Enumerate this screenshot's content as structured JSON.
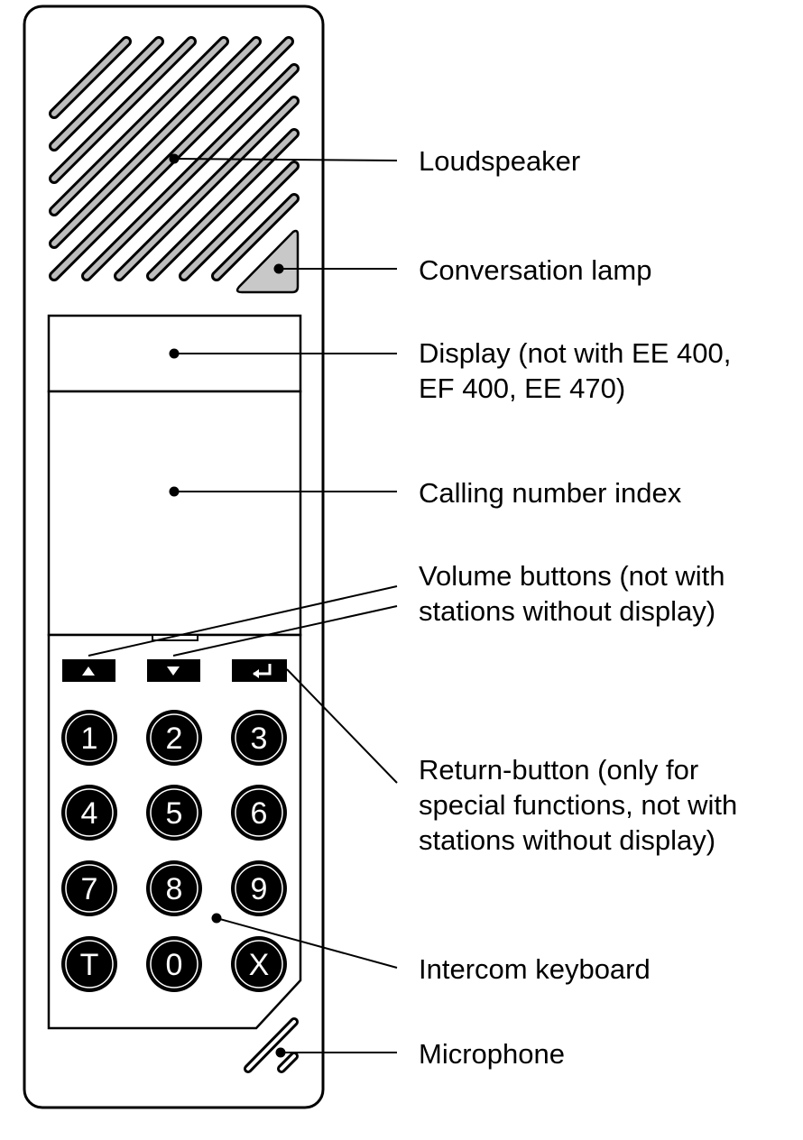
{
  "labels": {
    "loudspeaker": "Loudspeaker",
    "conversation_lamp": "Conversation lamp",
    "display_line1": "Display (not with EE 400,",
    "display_line2": "EF 400, EE 470)",
    "calling_number_index": "Calling number index",
    "volume_line1": "Volume buttons (not with",
    "volume_line2": "stations without display)",
    "return_line1": "Return-button (only for",
    "return_line2": "special functions, not with",
    "return_line3": "stations without display)",
    "intercom_keyboard": "Intercom keyboard",
    "microphone": "Microphone"
  },
  "keypad": {
    "nav_keys": [
      {
        "name": "volume-up-button",
        "icon": "triangle-up-icon"
      },
      {
        "name": "volume-down-button",
        "icon": "triangle-down-icon"
      },
      {
        "name": "return-button",
        "icon": "return-arrow-icon"
      }
    ],
    "keys": [
      "1",
      "2",
      "3",
      "4",
      "5",
      "6",
      "7",
      "8",
      "9",
      "T",
      "0",
      "X"
    ]
  },
  "colors": {
    "lamp": "#c8c8c8",
    "outline": "#000000",
    "key_fill": "#000000",
    "key_text": "#ffffff"
  }
}
